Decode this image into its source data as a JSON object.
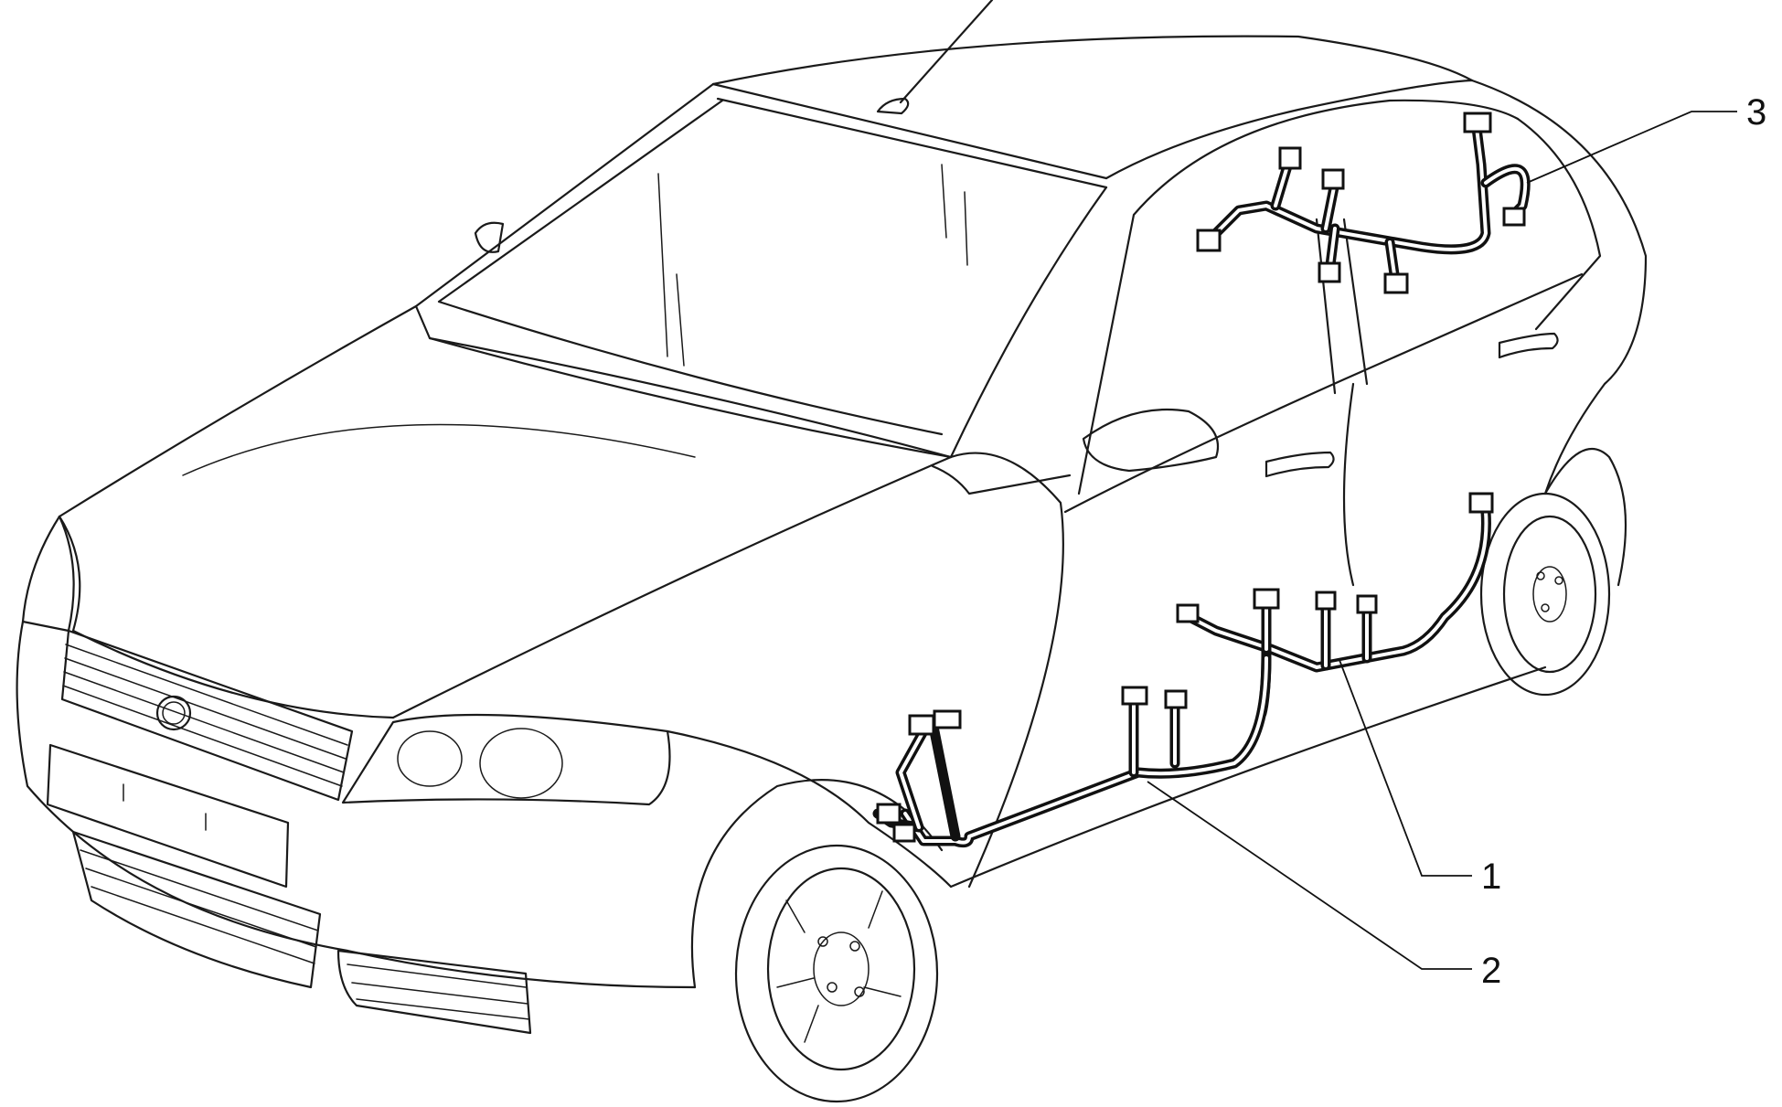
{
  "diagram": {
    "callouts": [
      {
        "id": "1",
        "label": "1"
      },
      {
        "id": "2",
        "label": "2"
      },
      {
        "id": "3",
        "label": "3"
      }
    ],
    "colors": {
      "line": "#1a1a1a",
      "harness": "#111111",
      "background": "#ffffff"
    }
  }
}
